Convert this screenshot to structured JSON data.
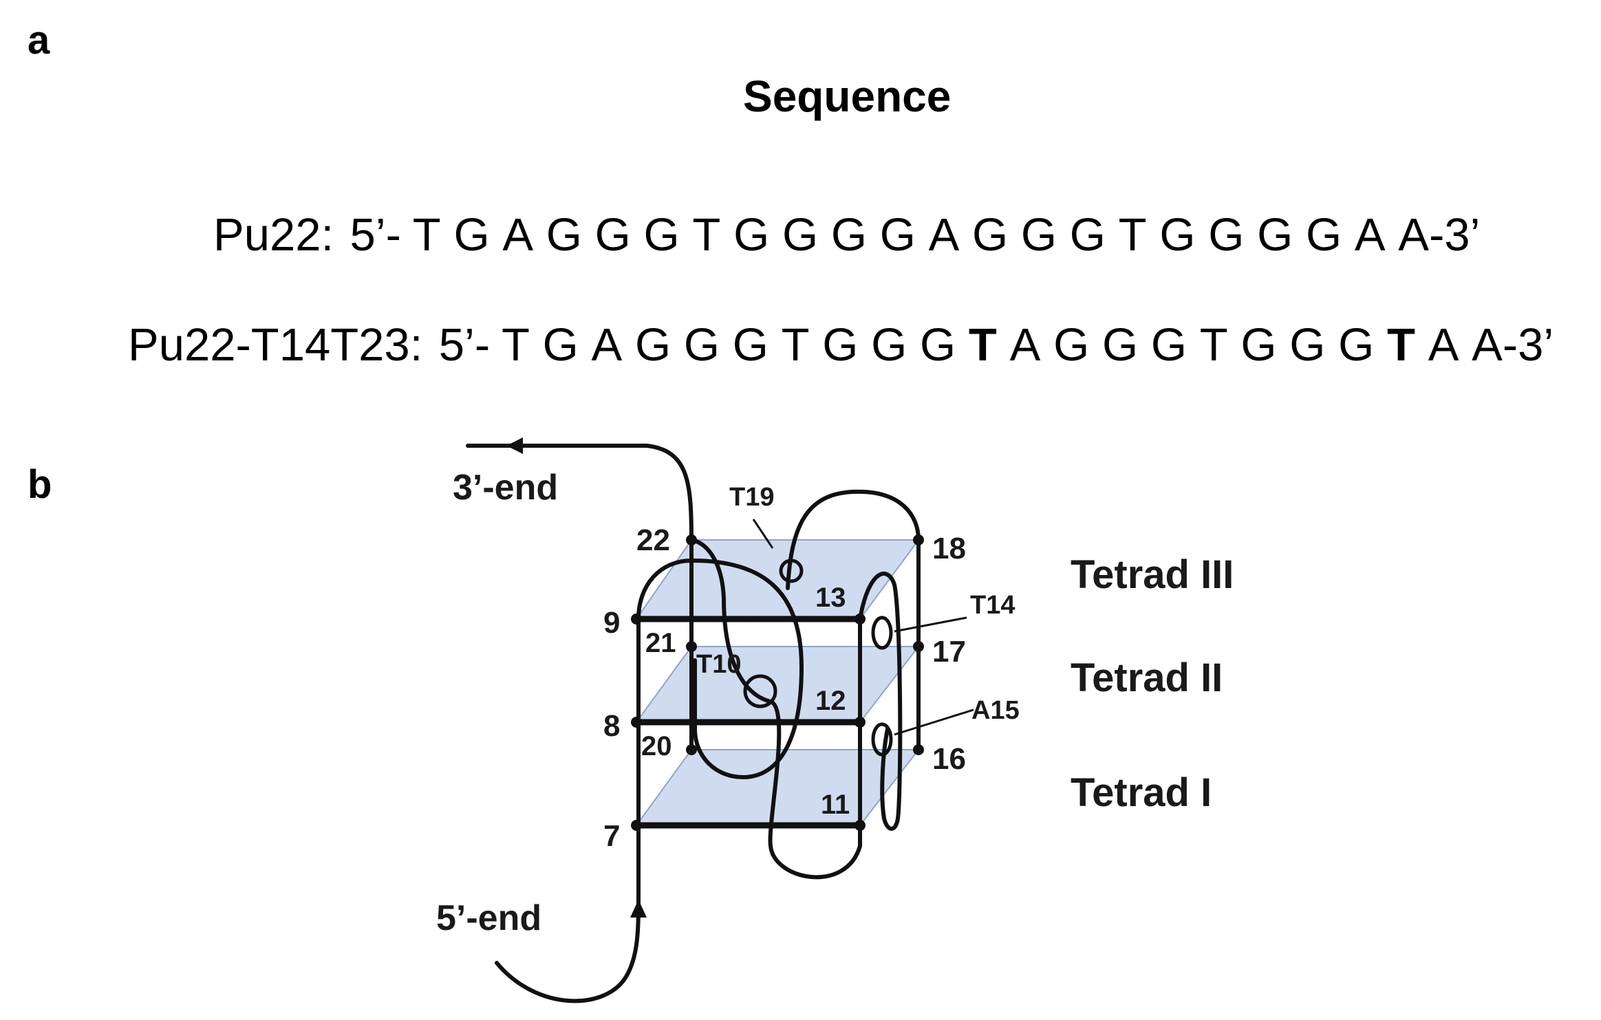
{
  "panels": {
    "a": "a",
    "b": "b"
  },
  "heading": "Sequence",
  "sequences": [
    {
      "name": "Pu22:",
      "prefix": "5’-",
      "bases": [
        {
          "b": "T"
        },
        {
          "b": "G"
        },
        {
          "b": "A"
        },
        {
          "b": "G"
        },
        {
          "b": "G"
        },
        {
          "b": "G"
        },
        {
          "b": "T"
        },
        {
          "b": "G"
        },
        {
          "b": "G"
        },
        {
          "b": "G"
        },
        {
          "b": "G"
        },
        {
          "b": "A"
        },
        {
          "b": "G"
        },
        {
          "b": "G"
        },
        {
          "b": "G"
        },
        {
          "b": "T"
        },
        {
          "b": "G"
        },
        {
          "b": "G"
        },
        {
          "b": "G"
        },
        {
          "b": "G"
        },
        {
          "b": "A"
        }
      ],
      "suffix": "A-3’"
    },
    {
      "name": "Pu22-T14T23:",
      "prefix": "5’-",
      "bases": [
        {
          "b": "T"
        },
        {
          "b": "G"
        },
        {
          "b": "A"
        },
        {
          "b": "G"
        },
        {
          "b": "G"
        },
        {
          "b": "G"
        },
        {
          "b": "T"
        },
        {
          "b": "G"
        },
        {
          "b": "G"
        },
        {
          "b": "G"
        },
        {
          "b": "T",
          "mut": true
        },
        {
          "b": "A"
        },
        {
          "b": "G"
        },
        {
          "b": "G"
        },
        {
          "b": "G"
        },
        {
          "b": "T"
        },
        {
          "b": "G"
        },
        {
          "b": "G"
        },
        {
          "b": "G"
        },
        {
          "b": "T",
          "mut": true
        },
        {
          "b": "A"
        }
      ],
      "suffix": "A-3’"
    }
  ],
  "diagram": {
    "ends": {
      "three": "3’-end",
      "five": "5’-end"
    },
    "residue_labels": [
      "22",
      "18",
      "13",
      "9",
      "21",
      "17",
      "12",
      "8",
      "20",
      "16",
      "11",
      "7"
    ],
    "loop_labels": [
      "T19",
      "T14",
      "T10",
      "A15"
    ],
    "tetrads": [
      "Tetrad III",
      "Tetrad II",
      "Tetrad I"
    ],
    "colors": {
      "plane_fill": "#c7d6ee",
      "plane_edge": "#7d95bf",
      "strand": "#111111"
    }
  }
}
